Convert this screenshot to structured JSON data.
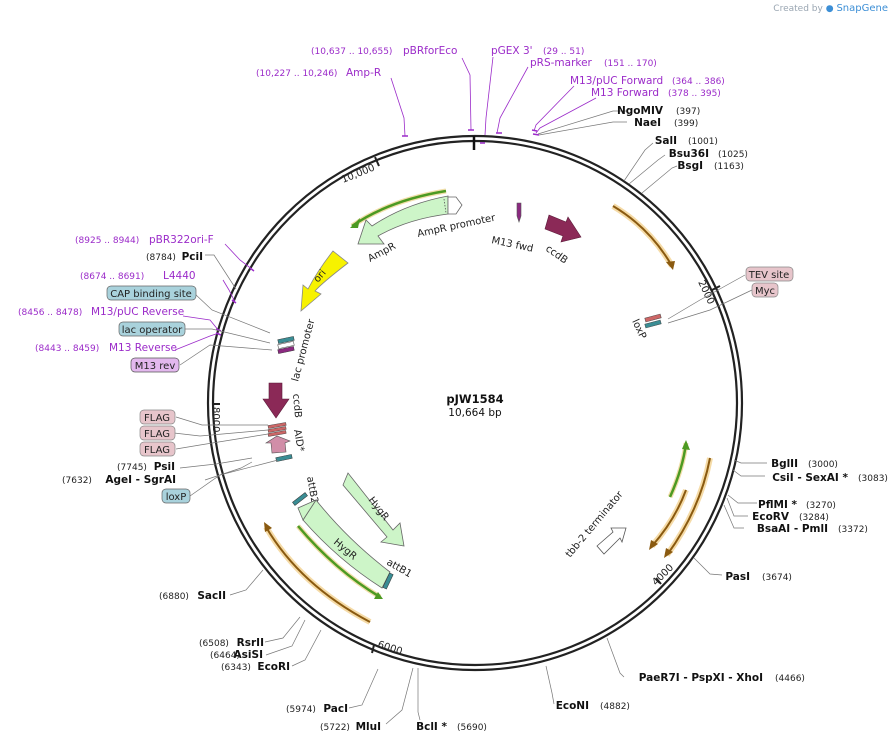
{
  "brand": {
    "prefix": "Created by",
    "name": "SnapGene"
  },
  "plasmid": {
    "name": "pJW1584",
    "size": "10,664 bp"
  },
  "ticks": [
    "10,000",
    "2000",
    "4000",
    "6000",
    "8000"
  ],
  "sites": [
    {
      "name": "NgoMIV",
      "pos": "(397)"
    },
    {
      "name": "NaeI",
      "pos": "(399)"
    },
    {
      "name": "SalI",
      "pos": "(1001)"
    },
    {
      "name": "Bsu36I",
      "pos": "(1025)"
    },
    {
      "name": "BsgI",
      "pos": "(1163)"
    },
    {
      "name": "BglII",
      "pos": "(3000)"
    },
    {
      "name": "CsiI  - SexAI *",
      "pos": "(3083)"
    },
    {
      "name": "PflMI *",
      "pos": "(3270)"
    },
    {
      "name": "EcoRV",
      "pos": "(3284)"
    },
    {
      "name": "BsaAI  - PmlI",
      "pos": "(3372)"
    },
    {
      "name": "PasI",
      "pos": "(3674)"
    },
    {
      "name": "PaeR7I  - PspXI  - XhoI",
      "pos": "(4466)"
    },
    {
      "name": "EcoNI",
      "pos": "(4882)"
    },
    {
      "name": "BclI *",
      "pos": "(5690)"
    },
    {
      "name": "MluI",
      "pos": "(5722)"
    },
    {
      "name": "PacI",
      "pos": "(5974)"
    },
    {
      "name": "EcoRI",
      "pos": "(6343)"
    },
    {
      "name": "AsiSI",
      "pos": "(6464)"
    },
    {
      "name": "RsrII",
      "pos": "(6508)"
    },
    {
      "name": "SacII",
      "pos": "(6880)"
    },
    {
      "name": "AgeI  - SgrAI",
      "pos": "(7632)"
    },
    {
      "name": "PsiI",
      "pos": "(7745)"
    },
    {
      "name": "PciI",
      "pos": "(8784)"
    }
  ],
  "primers": [
    {
      "name": "pBRforEco",
      "pos": "(10,637 .. 10,655)"
    },
    {
      "name": "Amp-R",
      "pos": "(10,227 .. 10,246)"
    },
    {
      "name": "pGEX 3'",
      "pos": "(29 .. 51)"
    },
    {
      "name": "pRS-marker",
      "pos": "(151 .. 170)"
    },
    {
      "name": "M13/pUC Forward",
      "pos": "(364 .. 386)"
    },
    {
      "name": "M13 Forward",
      "pos": "(378 .. 395)"
    },
    {
      "name": "pBR322ori-F",
      "pos": "(8925 .. 8944)"
    },
    {
      "name": "L4440",
      "pos": "(8674 .. 8691)"
    },
    {
      "name": "M13/pUC Reverse",
      "pos": "(8456 .. 8478)"
    },
    {
      "name": "M13 Reverse",
      "pos": "(8443 .. 8459)"
    }
  ],
  "boxes": [
    {
      "label": "TEV site",
      "color": "#e7c5cb"
    },
    {
      "label": "Myc",
      "color": "#e7c5cb"
    },
    {
      "label": "CAP binding site",
      "color": "#a9d2dc"
    },
    {
      "label": "lac operator",
      "color": "#a9d2dc"
    },
    {
      "label": "M13 rev",
      "color": "#e3b8ee"
    },
    {
      "label": "FLAG",
      "color": "#e7c5cb"
    },
    {
      "label": "FLAG",
      "color": "#e7c5cb"
    },
    {
      "label": "FLAG",
      "color": "#e7c5cb"
    },
    {
      "label": "loxP",
      "color": "#a9d2dc"
    }
  ],
  "features": [
    "AmpR promoter",
    "AmpR",
    "M13 fwd",
    "ccdB",
    "ori",
    "lac promoter",
    "loxP",
    "ccdB",
    "AID*",
    "attB2",
    "HygR",
    "HygR",
    "attB1",
    "tbb-2 terminator"
  ],
  "colors": {
    "backbone": "#222222",
    "primer": "#9b2bc9",
    "ampr": "#cdf5c8",
    "ccdb": "#8b2957",
    "ori": "#f7f200",
    "promoter": "#ffffff",
    "orf_outline": "#f0c060",
    "orf_green": "#4c9a22",
    "orf_brown": "#8a5a10"
  }
}
